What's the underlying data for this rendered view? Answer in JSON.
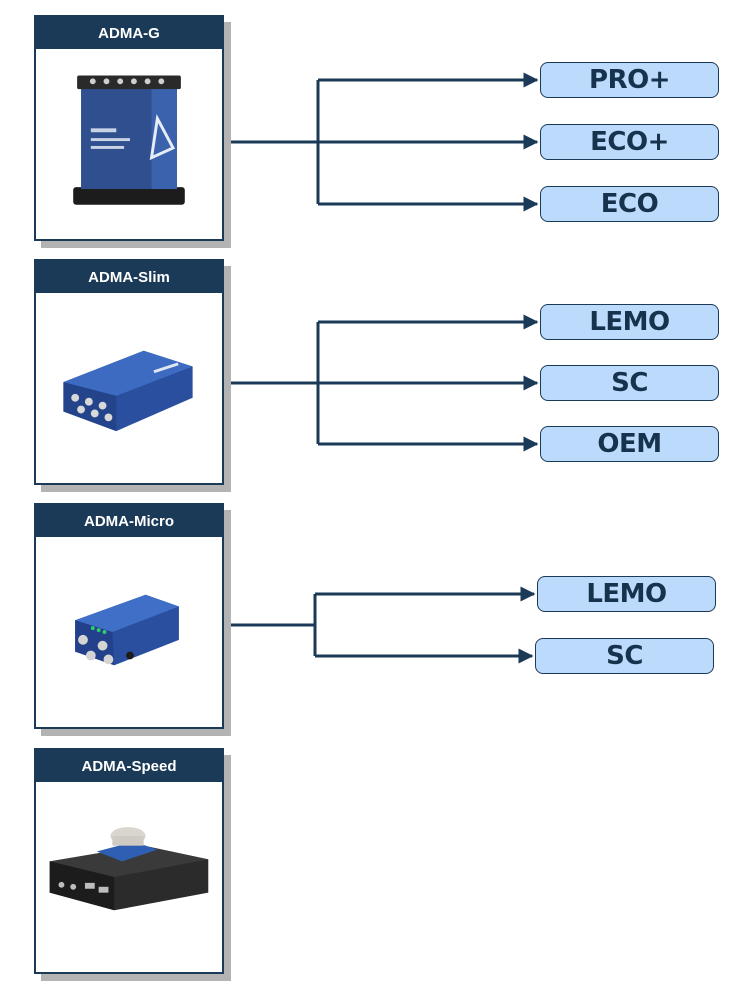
{
  "products": [
    {
      "name": "ADMA-G",
      "image_icon": "adma-g-device-icon",
      "variants": [
        "PRO+",
        "ECO+",
        "ECO"
      ]
    },
    {
      "name": "ADMA-Slim",
      "image_icon": "adma-slim-device-icon",
      "variants": [
        "LEMO",
        "SC",
        "OEM"
      ]
    },
    {
      "name": "ADMA-Micro",
      "image_icon": "adma-micro-device-icon",
      "variants": [
        "LEMO",
        "SC"
      ]
    },
    {
      "name": "ADMA-Speed",
      "image_icon": "adma-speed-device-icon",
      "variants": []
    }
  ],
  "colors": {
    "header_bg": "#1b3a57",
    "connector": "#1b3a57",
    "variant_bg": "#bcdafb",
    "card_shadow": "#b3b3b3"
  }
}
